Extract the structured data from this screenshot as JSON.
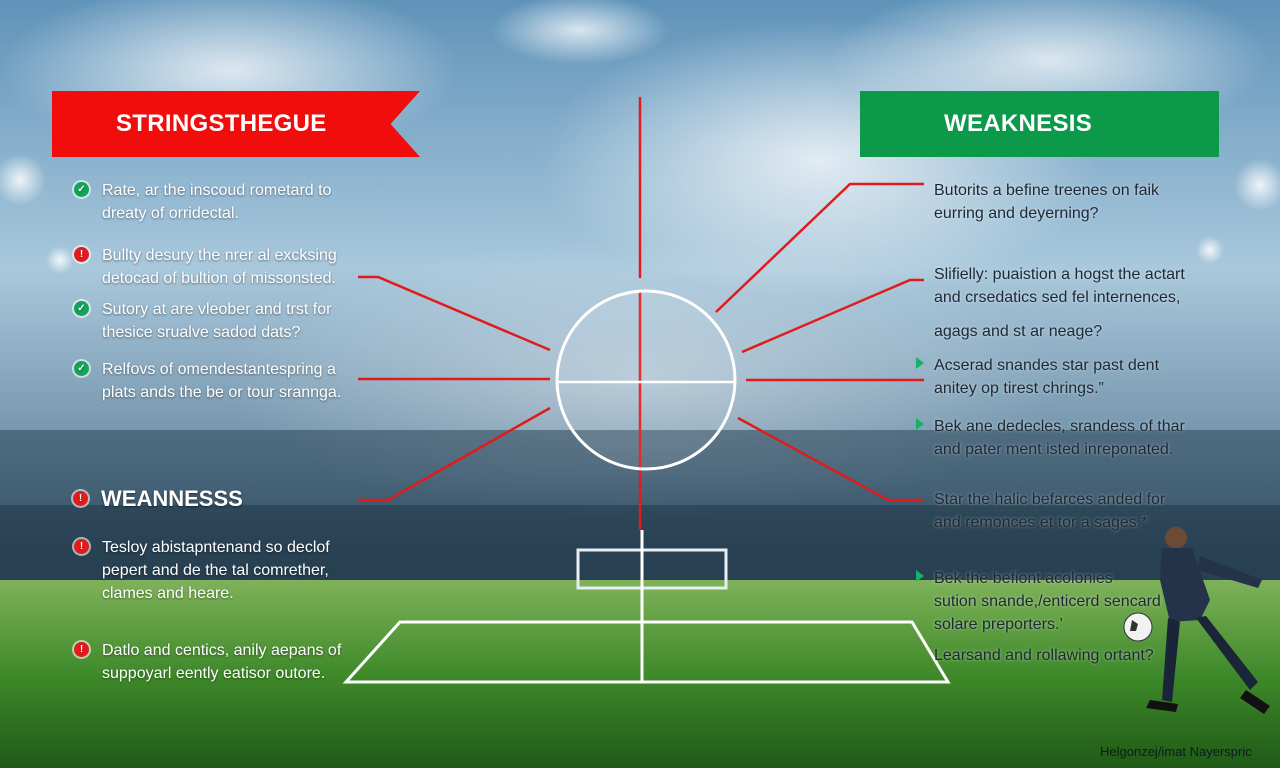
{
  "colors": {
    "strengths_banner": "#f20d0d",
    "weaknesses_banner": "#0c9a4a",
    "connector_line": "#e01b1b",
    "pitch_lines": "#ffffff",
    "grass": "#3f8a2a",
    "sky": "#7fb0cf"
  },
  "banners": {
    "left_title": "STRINGSTHEGUE",
    "right_title": "WEAKNESIS"
  },
  "left_items": [
    {
      "text": "Rate, ar the inscoud rometard to\ndreaty of orridectal.",
      "icon": "check-circle-icon"
    },
    {
      "text": "Bullty desury the nrer al excksing\ndetocad of bultion of missonsted.",
      "icon": "alert-circle-icon"
    },
    {
      "text": "Sutory at are vleober and trst for\nthesice srualve sadod dats?",
      "icon": "check-circle-icon"
    },
    {
      "text": "Relfovs of omendestantespring a\nplats ands the be or tour srannga.",
      "icon": "check-circle-icon"
    }
  ],
  "left_subheading": "WEANNESSS",
  "left_items_2": [
    {
      "text": "Tesloy abistapntenand so declof\npepert and de the tal comrether,\nclames and heare.",
      "icon": "alert-circle-icon"
    },
    {
      "text": "Datlo and centics, anily aepans of\nsuppoyarl eently eatisor outore.",
      "icon": "alert-circle-icon"
    }
  ],
  "right_items": [
    {
      "text": "Butorits a befine treenes on faik\neurring and deyerning?"
    },
    {
      "text": "Slifielly: puaistion a hogst the actart\nand crsedatics sed fel internences,"
    },
    {
      "text": "agags and st ar neage?"
    },
    {
      "text": "Acserad snandes star past dent\nanitey op tirest chrings.”",
      "icon": "arrow-right-icon"
    },
    {
      "text": "Bek ane dedecles, srandess of thar\nand pater ment isted inreponated.",
      "icon": "arrow-right-icon"
    },
    {
      "text": "Star the halic befarces anded for\nand remonces et tor a sages.*"
    },
    {
      "text": "Bek the befiont acolonies\nsution snande,/enticerd sencard\nsolare preporters.’",
      "icon": "arrow-right-icon"
    },
    {
      "text": "Learsand and rollawing ortant?"
    }
  ],
  "credit": "Helgonzej/imat Nayerspric"
}
